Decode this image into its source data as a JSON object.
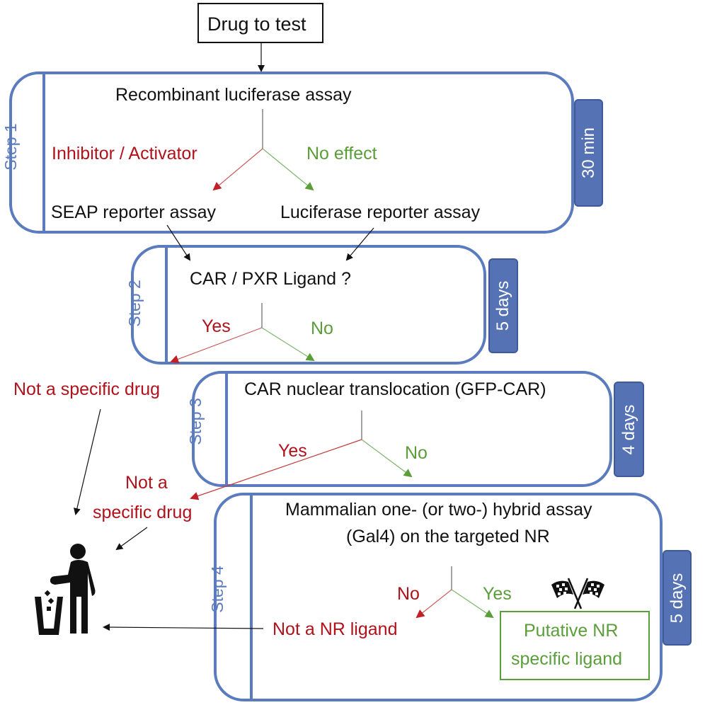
{
  "start": {
    "label": "Drug to test"
  },
  "colors": {
    "step_border": "#5b7bbf",
    "time_tab": "#5572b5",
    "negative": "#b0121b",
    "positive": "#5a9e3a"
  },
  "steps": [
    {
      "label": "Step 1",
      "duration": "30 min",
      "question": "Recombinant luciferase assay",
      "left_branch": "Inhibitor / Activator",
      "right_branch": "No effect",
      "left_outcome": "SEAP reporter assay",
      "right_outcome": "Luciferase reporter assay"
    },
    {
      "label": "Step 2",
      "duration": "5 days",
      "question": "CAR / PXR Ligand ?",
      "left_branch": "Yes",
      "right_branch": "No"
    },
    {
      "label": "Step 3",
      "duration": "4 days",
      "question": "CAR nuclear translocation (GFP-CAR)",
      "left_branch": "Yes",
      "right_branch": "No"
    },
    {
      "label": "Step 4",
      "duration": "5 days",
      "question_line1": "Mammalian one- (or two-) hybrid assay",
      "question_line2": "(Gal4) on the targeted NR",
      "left_branch": "No",
      "right_branch": "Yes",
      "left_outcome": "Not a NR ligand"
    }
  ],
  "outcomes": {
    "step2_reject": "Not a specific drug",
    "step3_reject_line1": "Not a",
    "step3_reject_line2": "specific drug",
    "final_line1": "Putative NR",
    "final_line2": "specific ligand"
  },
  "icons": {
    "trash": "person-discarding-trash-icon",
    "finish": "checkered-flags-icon"
  }
}
